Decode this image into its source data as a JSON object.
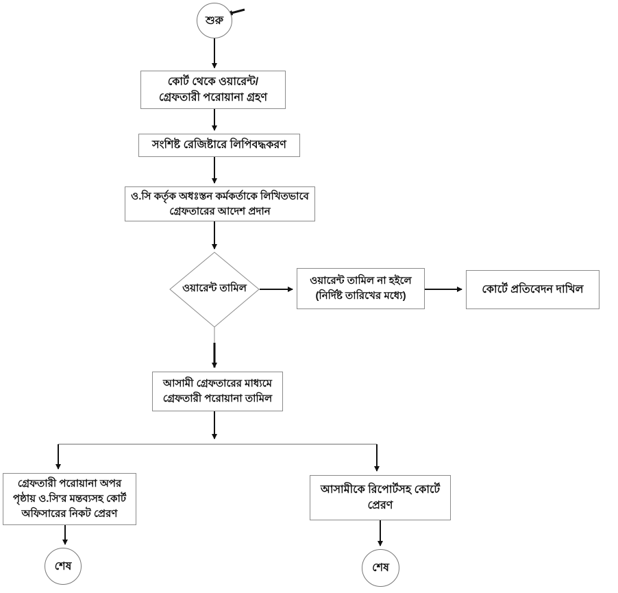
{
  "meta": {
    "background_color": "#ffffff",
    "arrow_color": "#111111",
    "box_border_color": "#8a8a8a",
    "text_color": "#111111",
    "diagram_type": "flowchart",
    "language": "Bengali"
  },
  "flowchart": {
    "start_label": "শুরু",
    "end_label": "শেষ",
    "receive_warrant": {
      "line1": "কোর্ট থেকে ওয়ারেন্ট/",
      "line2": "গ্রেফতারী পরোয়ানা গ্রহণ"
    },
    "record_register": {
      "line1": "সংশিষ্ট রেজিষ্টারে লিপিবদ্ধকরণ"
    },
    "order_arrest": {
      "line1": "ও.সি কর্তৃক অধঃস্তন কর্মকর্তাকে লিখিতভাবে",
      "line2": "গ্রেফতারের আদেশ প্রদান"
    },
    "decision": {
      "line1": "ওয়ারেন্ট তামিল"
    },
    "not_executed": {
      "line1": "ওয়ারেন্ট তামিল না হইলে",
      "line2": "(নির্দিষ্ট তারিখের মধ্যে)"
    },
    "court_report": {
      "line1": "কোর্টে প্রতিবেদন দাখিল"
    },
    "warrant_executed": {
      "line1": "আসামী গ্রেফতারের মাধ্যমে",
      "line2": "গ্রেফতারী পরোয়ানা তামিল"
    },
    "send_court_officer": {
      "line1": "গ্রেফতারী পরোয়ানা অপর",
      "line2": "পৃষ্ঠায় ও.সি'র মন্তব্যসহ কোর্ট",
      "line3": "অফিসারের নিকট প্রেরণ"
    },
    "send_accused": {
      "line1": "আসামীকে রিপোর্টসহ কোর্টে",
      "line2": "প্রেরণ"
    }
  }
}
